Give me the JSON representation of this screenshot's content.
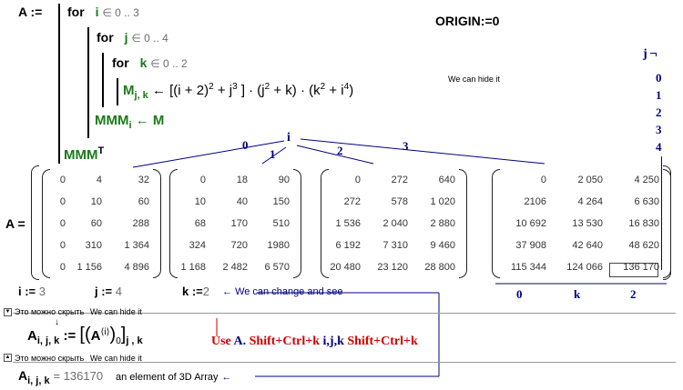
{
  "prog": {
    "A_assign": "A :=",
    "for_kw": "for",
    "for1_var": "i",
    "for1_range": "∈ 0 .. 3",
    "for2_var": "j",
    "for2_range": "∈ 0 .. 4",
    "for3_var": "k",
    "for3_range": "∈ 0 .. 2",
    "M_base": "M",
    "M_sub": "j, k",
    "arrow": "←",
    "expr1": "[(i + 2)",
    "sup2": "2",
    "expr2": "+ j",
    "sup3": "3",
    "expr3": "] · (j",
    "expr4": "+ k) · (k",
    "expr5": "+ i",
    "sup4": "4",
    "expr6": ")",
    "MMM_base": "MMM",
    "MMM_sub": "i",
    "MMM_rhs": "← M",
    "MMMT_base": "MMM",
    "MMMT_sup": "T"
  },
  "origin": "ORIGIN:=0",
  "hide_note": "We can hide it",
  "j_axis": {
    "label": "j",
    "values": [
      "0",
      "1",
      "2",
      "3",
      "4"
    ]
  },
  "i_axis": {
    "label": "i",
    "values": [
      "0",
      "1",
      "2",
      "3"
    ]
  },
  "A_eq": "A =",
  "matrices": [
    [
      [
        "0",
        "4",
        "32"
      ],
      [
        "0",
        "10",
        "60"
      ],
      [
        "0",
        "60",
        "288"
      ],
      [
        "0",
        "310",
        "1 364"
      ],
      [
        "0",
        "1 156",
        "4 896"
      ]
    ],
    [
      [
        "0",
        "18",
        "90"
      ],
      [
        "10",
        "40",
        "150"
      ],
      [
        "68",
        "170",
        "510"
      ],
      [
        "324",
        "720",
        "1980"
      ],
      [
        "1 168",
        "2 482",
        "6 570"
      ]
    ],
    [
      [
        "0",
        "272",
        "640"
      ],
      [
        "272",
        "578",
        "1 020"
      ],
      [
        "1 536",
        "2 040",
        "2 880"
      ],
      [
        "6 192",
        "7 310",
        "9 460"
      ],
      [
        "20 480",
        "23 120",
        "28 800"
      ]
    ],
    [
      [
        "0",
        "2 050",
        "4 250"
      ],
      [
        "2106",
        "4 264",
        "6 630"
      ],
      [
        "10 692",
        "13 530",
        "16 830"
      ],
      [
        "37 908",
        "42 640",
        "48 620"
      ],
      [
        "115 344",
        "124 066",
        "136 170"
      ]
    ]
  ],
  "k_axis": {
    "values": [
      "0",
      "k",
      "2"
    ]
  },
  "assign_i": "i :=",
  "val_i": "3",
  "assign_j": "j :=",
  "val_j": "4",
  "assign_k": "k :=",
  "val_k": "2",
  "change_note": "We can change and see",
  "region1": {
    "label": "Это можно скрыть",
    "note": "We can hide it"
  },
  "def": {
    "lhs": "A",
    "lhs_sub": "i, j, k",
    "assign": ":=",
    "inner": "A",
    "sup": "⟨i⟩",
    "sub0": "0",
    "sub_outer": "j , k"
  },
  "use_note": {
    "use": "Use",
    "A": "A.",
    "keys1": "Shift+Ctrl+k",
    "ijk": "i,j,k",
    "keys2": "Shift+Ctrl+k"
  },
  "region2": {
    "label": "Это можно скрыть",
    "note": "We can hide it"
  },
  "result": {
    "lhs": "A",
    "lhs_sub": "i, j, k",
    "eq": "= 136170",
    "note": "an element of  3D Array"
  }
}
